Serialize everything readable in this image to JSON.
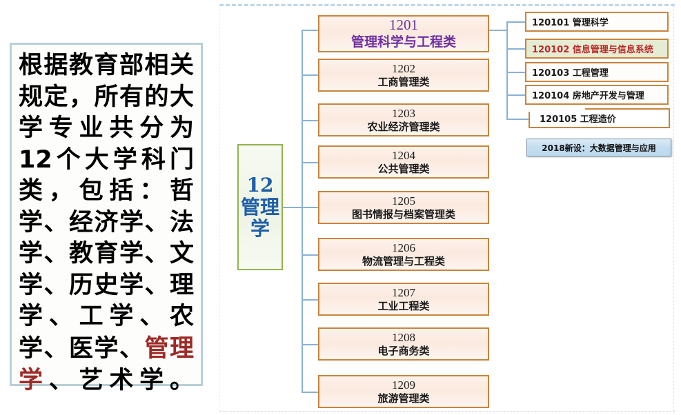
{
  "intro": {
    "paragraph_plain": "根据教育部相关规定，所有的大学专业共分为12个大学科门类，包括：哲学、经济学、法学、教育学、文学、历史学、理学、工学、农学、医学、管理学、艺术学。",
    "part_before": "根据教育部相关规定，所有的大学专业共分为12个大学科门类，包括：哲学、经济学、法学、教育学、文学、历史学、理学、工学、农学、医学、",
    "highlight": "管理学",
    "part_after": "、艺术学。",
    "highlight_color": "#9e2a26",
    "border_color": "#b9cfd7"
  },
  "root": {
    "code": "12",
    "name": "管理学",
    "label": "12\n管理学",
    "text_color": "#1f5fa9",
    "border_color": "#94b24c"
  },
  "connector_color": "#89b1d4",
  "categories": [
    {
      "code": "1201",
      "name": "管理科学与工程类",
      "highlighted": true,
      "text_color": "#7030a0"
    },
    {
      "code": "1202",
      "name": "工商管理类",
      "highlighted": false,
      "text_color": "#1a1a1a"
    },
    {
      "code": "1203",
      "name": "农业经济管理类",
      "highlighted": false,
      "text_color": "#1a1a1a"
    },
    {
      "code": "1204",
      "name": "公共管理类",
      "highlighted": false,
      "text_color": "#1a1a1a"
    },
    {
      "code": "1205",
      "name": "图书情报与档案管理类",
      "highlighted": false,
      "text_color": "#1a1a1a"
    },
    {
      "code": "1206",
      "name": "物流管理与工程类",
      "highlighted": false,
      "text_color": "#1a1a1a"
    },
    {
      "code": "1207",
      "name": "工业工程类",
      "highlighted": false,
      "text_color": "#1a1a1a"
    },
    {
      "code": "1208",
      "name": "电子商务类",
      "highlighted": false,
      "text_color": "#1a1a1a"
    },
    {
      "code": "1209",
      "name": "旅游管理类",
      "highlighted": false,
      "text_color": "#1a1a1a"
    }
  ],
  "subcategories": [
    {
      "code": "120101",
      "name": "管理科学",
      "label": "120101 管理科学",
      "highlighted": false,
      "text_color": "#1a1a1a",
      "fill": "#fffdfb"
    },
    {
      "code": "120102",
      "name": "信息管理与信息系统",
      "label": "120102  信息管理与信息系统",
      "highlighted": true,
      "text_color": "#bb2727",
      "fill": "#e6ecd4"
    },
    {
      "code": "120103",
      "name": "工程管理",
      "label": "120103  工程管理",
      "highlighted": false,
      "text_color": "#1a1a1a",
      "fill": "#fffdfb"
    },
    {
      "code": "120104",
      "name": "房地产开发与管理",
      "label": "120104  房地产开发与管理",
      "highlighted": false,
      "text_color": "#1a1a1a",
      "fill": "#fffdfb"
    },
    {
      "code": "120105",
      "name": "工程造价",
      "label": "120105 工程造价",
      "highlighted": false,
      "text_color": "#1a1a1a",
      "fill": "#ffffff"
    }
  ],
  "note": {
    "label": "2018新设：大数据管理与应用",
    "year": "2018",
    "text_color": "#111111",
    "border_color": "#7b93ab"
  }
}
